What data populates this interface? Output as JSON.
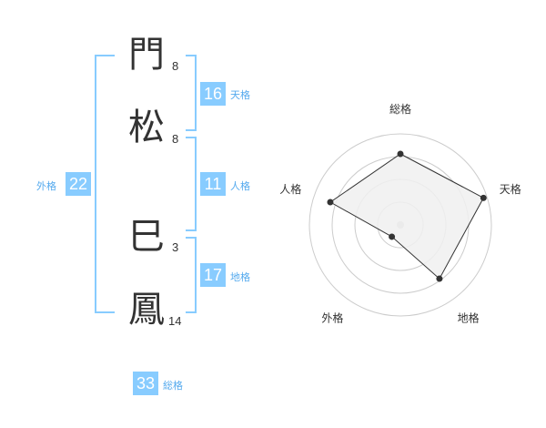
{
  "name_chars": [
    {
      "char": "門",
      "strokes": "8"
    },
    {
      "char": "松",
      "strokes": "8"
    },
    {
      "char": "巳",
      "strokes": "3"
    },
    {
      "char": "鳳",
      "strokes": "14"
    }
  ],
  "kaku": {
    "tenkaku": {
      "value": "16",
      "label": "天格"
    },
    "jinkaku": {
      "value": "11",
      "label": "人格"
    },
    "chikaku": {
      "value": "17",
      "label": "地格"
    },
    "gaikaku": {
      "value": "22",
      "label": "外格"
    },
    "soukaku": {
      "value": "33",
      "label": "総格"
    }
  },
  "colors": {
    "accent": "#88ccff",
    "label": "#55aaee",
    "text": "#333333",
    "radar_fill": "#f0f0f0",
    "radar_grid": "#cccccc"
  },
  "chart_data": {
    "type": "radar",
    "axes": [
      "総格",
      "天格",
      "地格",
      "外格",
      "人格"
    ],
    "values": [
      0.78,
      0.96,
      0.73,
      0.16,
      0.81
    ],
    "range": [
      0,
      1
    ],
    "grid_rings": 4
  }
}
